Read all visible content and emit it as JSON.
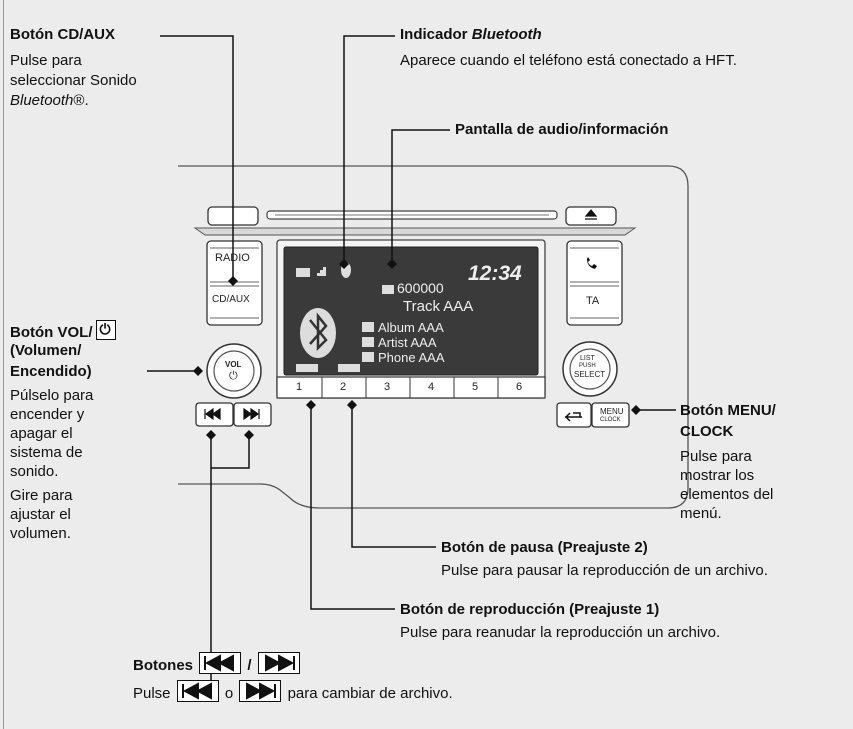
{
  "callouts": {
    "cd_aux": {
      "title": "Botón CD/AUX",
      "desc1": "Pulse para",
      "desc2": "seleccionar Sonido",
      "desc3a": "Bluetooth",
      "desc3b": "®."
    },
    "bt_indicator": {
      "title_a": "Indicador ",
      "title_b": "Bluetooth",
      "desc": "Aparece cuando el teléfono está conectado a HFT."
    },
    "display": {
      "title": "Pantalla de audio/información"
    },
    "vol": {
      "title1": "Botón VOL/",
      "title2": "(Volumen/",
      "title3": "Encendido)",
      "desc": [
        "Púlselo para",
        "encender y",
        "apagar el",
        "sistema de",
        "sonido.",
        "Gire para",
        "ajustar el",
        "volumen."
      ]
    },
    "menu": {
      "title1": "Botón MENU/",
      "title2": "CLOCK",
      "desc": [
        "Pulse para",
        "mostrar los",
        "elementos del",
        "menú."
      ]
    },
    "pause": {
      "title": "Botón de pausa (Preajuste 2)",
      "desc": "Pulse para pausar la reproducción de un archivo."
    },
    "play": {
      "title": "Botón de reproducción (Preajuste 1)",
      "desc": "Pulse para reanudar la reproducción un archivo."
    },
    "skip": {
      "title": "Botones",
      "slash": "/",
      "desc_a": "Pulse",
      "desc_o": "o",
      "desc_b": "para cambiar de archivo."
    }
  },
  "unit": {
    "left_buttons": {
      "radio": "RADIO",
      "cdaux": "CD/AUX",
      "vol": "VOL"
    },
    "right_buttons": {
      "ta": "TA",
      "list1": "LIST",
      "list2": "PUSH",
      "list3": "SELECT",
      "menu1": "MENU",
      "menu2": "CLOCK"
    },
    "screen": {
      "clock": "12:34",
      "frequency": "600000",
      "track": "Track AAA",
      "album": "Album AAA",
      "artist": "Artist AAA",
      "phone": "Phone AAA"
    },
    "presets": [
      "1",
      "2",
      "3",
      "4",
      "5",
      "6"
    ]
  },
  "colors": {
    "screen_bg": "#3a3a3a",
    "page_bg": "#ececec",
    "ink": "#111111"
  }
}
